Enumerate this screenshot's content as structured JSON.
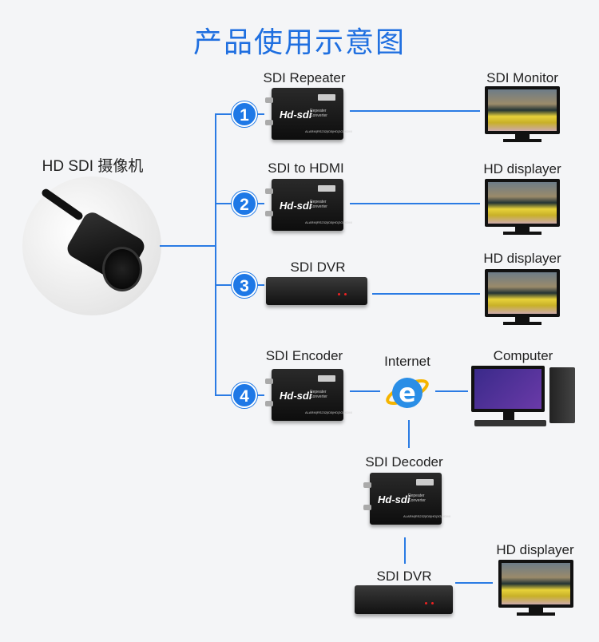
{
  "title": "产品使用示意图",
  "camera": {
    "label": "HD SDI 摄像机"
  },
  "branches": [
    {
      "number": "1",
      "device": "SDI Repeater",
      "output": "SDI Monitor"
    },
    {
      "number": "2",
      "device": "SDI to HDMI",
      "output": "HD displayer"
    },
    {
      "number": "3",
      "device": "SDI DVR",
      "output": "HD displayer"
    },
    {
      "number": "4",
      "device": "SDI Encoder",
      "network": "Internet",
      "output": "Computer"
    }
  ],
  "decoder_chain": {
    "decoder": "SDI Decoder",
    "dvr": "SDI DVR",
    "output": "HD displayer"
  },
  "device_branding": {
    "brand": "Hd-sdi",
    "subtitle": "Repeater Converter",
    "ports": "ALARM|RS232|ID5|HD|3G|HDMI"
  },
  "colors": {
    "accent": "#1e78e6",
    "line": "#2a7be4"
  }
}
